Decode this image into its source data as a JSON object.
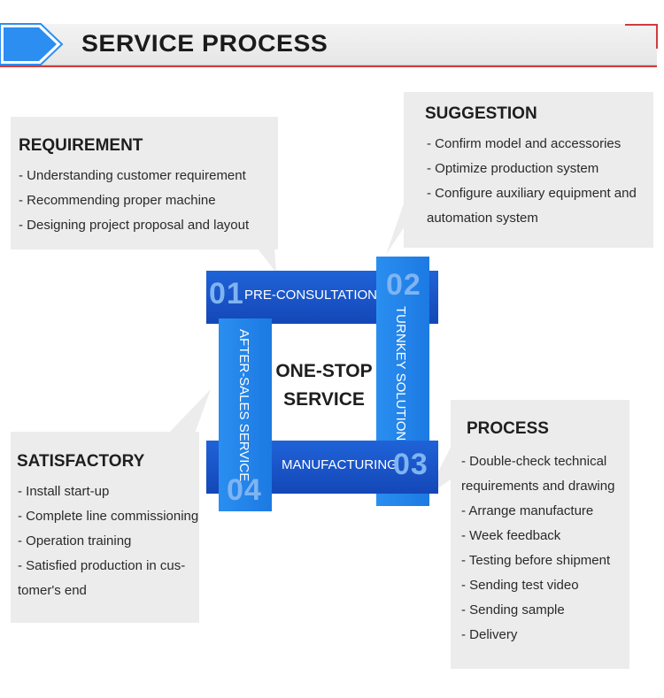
{
  "header": {
    "title": "SERVICE PROCESS",
    "accent_color": "#2d8ef2",
    "line_color": "#d23b3b"
  },
  "requirement": {
    "title": "REQUIREMENT",
    "items": [
      "- Understanding customer requirement",
      "- Recommending proper machine",
      "- Designing project proposal and layout"
    ]
  },
  "suggestion": {
    "title": "SUGGESTION",
    "items": [
      "- Confirm model and accessories",
      "- Optimize production system",
      "- Configure auxiliary equipment and",
      "automation system"
    ]
  },
  "satisfactory": {
    "title": "SATISFACTORY",
    "items": [
      "- Install start-up",
      "- Complete line commissioning",
      "- Operation training",
      "- Satisfied production in cus-",
      "tomer's end"
    ]
  },
  "process": {
    "title": "PROCESS",
    "items": [
      "- Double-check technical",
      "requirements and drawing",
      "- Arrange manufacture",
      "- Week feedback",
      "- Testing before shipment",
      "- Sending test video",
      "- Sending sample",
      "- Delivery"
    ]
  },
  "steps": [
    {
      "number": "01",
      "label": "PRE-CONSULTATION"
    },
    {
      "number": "02",
      "label": "TURNKEY SOLUTION"
    },
    {
      "number": "03",
      "label": "MANUFACTURING"
    },
    {
      "number": "04",
      "label": "AFTER-SALES SERVICE"
    }
  ],
  "center": {
    "line1": "ONE-STOP",
    "line2": "SERVICE"
  },
  "colors": {
    "dark_blue": "#1447b8",
    "light_blue": "#2a8ef0",
    "box_gray": "#ececec"
  }
}
